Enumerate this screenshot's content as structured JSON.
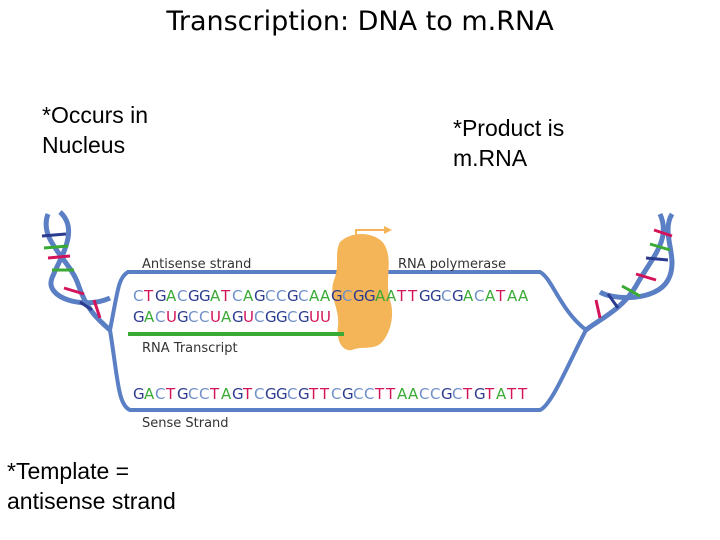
{
  "title": "Transcription: DNA to m.RNA",
  "notes": {
    "nucleus": [
      "*Occurs in",
      "Nucleus"
    ],
    "product": [
      "*Product is",
      "m.RNA"
    ],
    "template": [
      "*Template =",
      "antisense strand"
    ]
  },
  "diagram": {
    "antisense_label": "Antisense strand",
    "polymerase_label": "RNA polymerase",
    "transcript_label": "RNA Transcript",
    "sense_label": "Sense Strand",
    "antisense_seq": "CTGACGGATCAGCCGCAAGCGGAATTGGCGACATAA",
    "rna_seq": "GACUGCCUAGUCGGCGUU",
    "sense_seq": "GACTGCCTAGTCGGCGTTCGCCTTAACCGCTGTATT",
    "colors": {
      "A": "#3aaa35",
      "T": "#d4145a",
      "U": "#d4145a",
      "G": "#2b3b8f",
      "C": "#6f8fc8",
      "backbone": "#5a7fc4",
      "transcript": "#3aaa35",
      "polymerase": "#f3b557"
    }
  }
}
